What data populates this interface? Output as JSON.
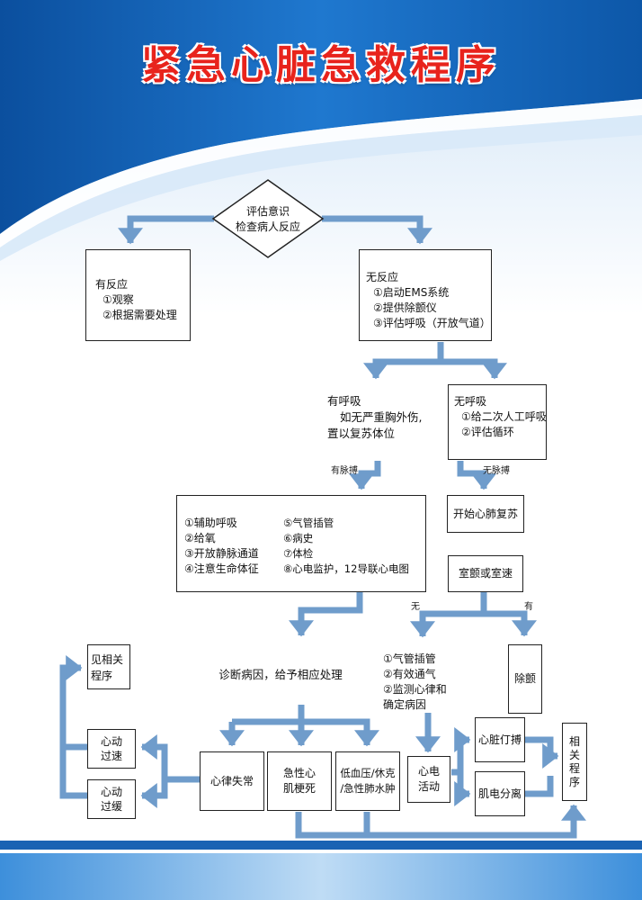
{
  "title": "紧急心脏急救程序",
  "colors": {
    "arrow": "#6f9ccb",
    "title": "#e8231c",
    "band": "#1a63b3"
  },
  "start": {
    "line1": "评估意识",
    "line2": "检查病人反应"
  },
  "responsive": {
    "head": "有反应",
    "items": [
      "①观察",
      "②根据需要处理"
    ]
  },
  "unresponsive": {
    "head": "无反应",
    "items": [
      "①启动EMS系统",
      "②提供除颤仪",
      "③评估呼吸（开放气道）"
    ]
  },
  "breathing": {
    "head": "有呼吸",
    "items": [
      "如无严重胸外伤,",
      "置以复苏体位"
    ]
  },
  "not_breathing": {
    "head": "无呼吸",
    "items": [
      "①给二次人工呼吸",
      "②评估循环"
    ]
  },
  "labels": {
    "pulse": "有脉搏",
    "no_pulse": "无脉搏",
    "no": "无",
    "yes": "有"
  },
  "care": {
    "left": [
      "①辅助呼吸",
      "②给氧",
      "③开放静脉通道",
      "④注意生命体征"
    ],
    "right": [
      "⑤气管插管",
      "⑥病史",
      "⑦体检",
      "⑧心电监护，12导联心电图"
    ]
  },
  "cpr": "开始心肺复苏",
  "vf": "室颤或室速",
  "diagnose": "诊断病因，给予相应处理",
  "airway": {
    "items": [
      "①气管插管",
      "②有效通气",
      "②监测心律和",
      "确定病因"
    ]
  },
  "defib": "除颤",
  "see_related": "见相关程序",
  "tachy": {
    "l1": "心动",
    "l2": "过速"
  },
  "brady": {
    "l1": "心动",
    "l2": "过缓"
  },
  "arrhythmia": "心律失常",
  "ami": {
    "l1": "急性心",
    "l2": "肌梗死"
  },
  "shock": {
    "l1": "低血压/休克",
    "l2": "/急性肺水肿"
  },
  "ecg": {
    "l1": "心电",
    "l2": "活动"
  },
  "asystole": "心脏仃搏",
  "emd": "肌电分离",
  "related": "相关程序"
}
